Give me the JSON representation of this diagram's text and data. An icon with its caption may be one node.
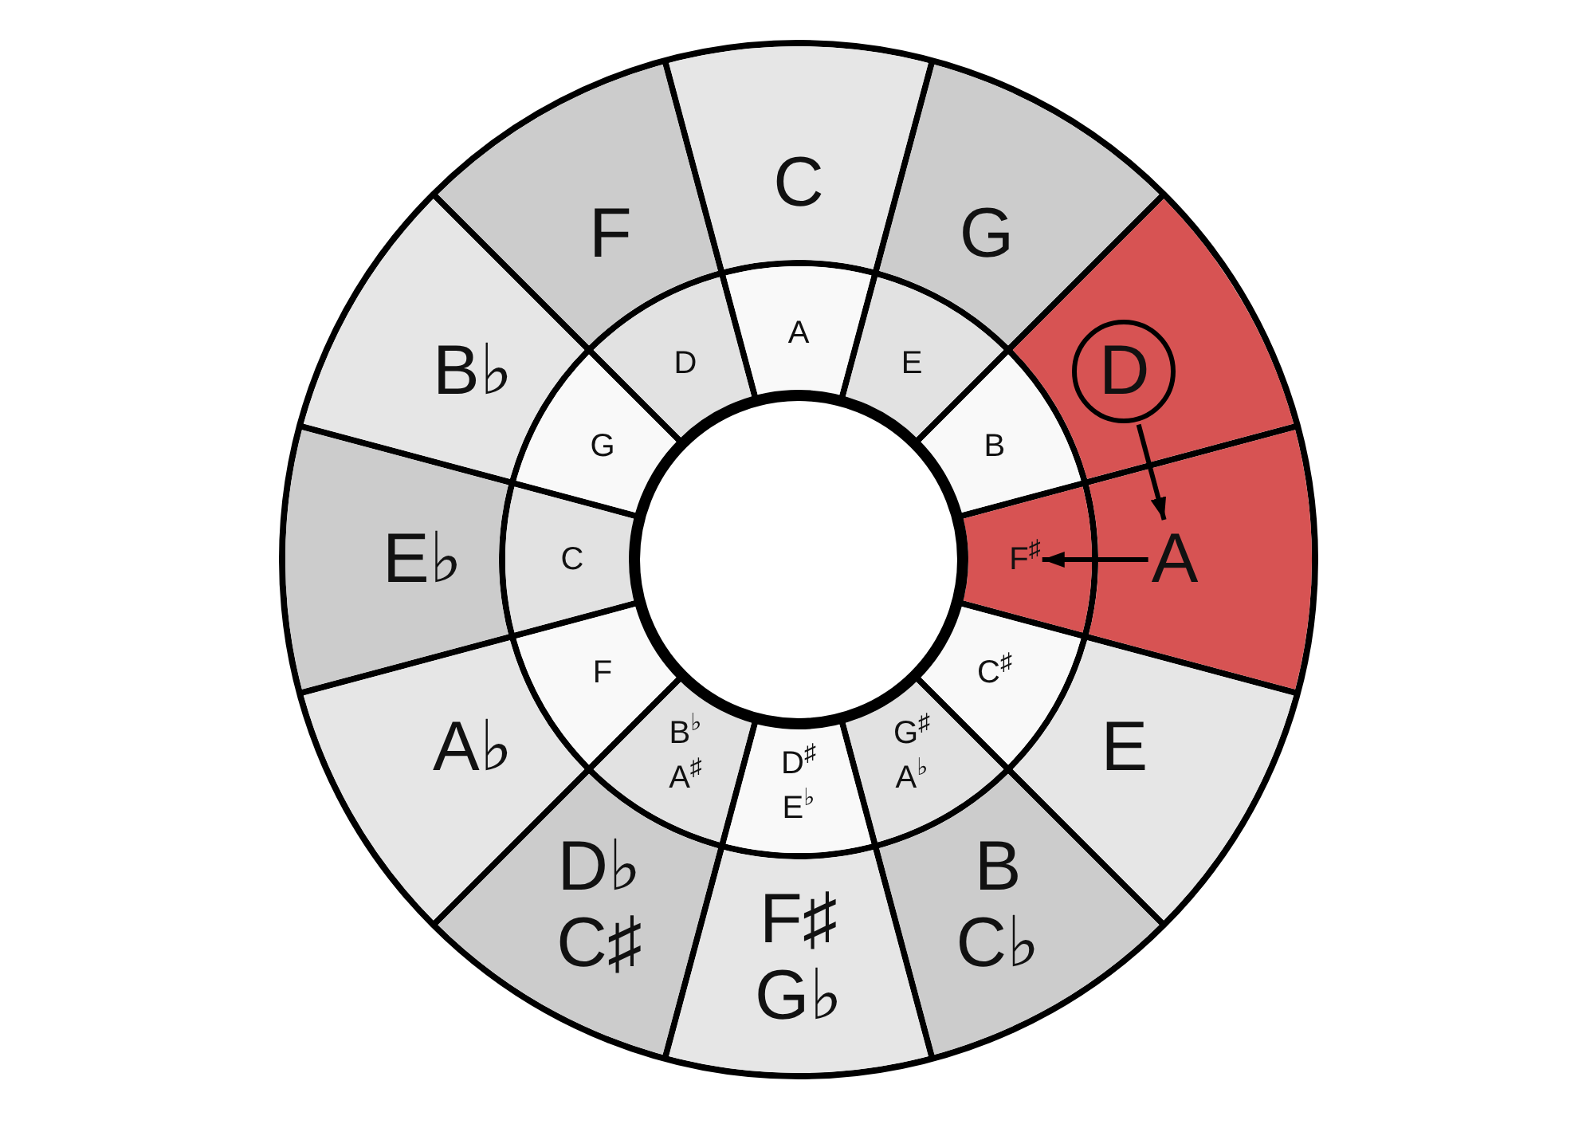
{
  "diagram": {
    "nodes": [
      {
        "text": [
          "C"
        ]
      },
      {
        "text": [
          "G"
        ]
      },
      {
        "text": [],
        "shape": "sector"
      },
      {
        "text": [
          "D"
        ],
        "in": 2
      },
      {
        "text": [
          "A"
        ]
      },
      {
        "text": [
          "E"
        ]
      },
      {
        "text": [
          "B",
          "C♭"
        ]
      },
      {
        "text": [
          "F♯",
          "G♭"
        ]
      },
      {
        "text": [
          "D♭",
          "C♯"
        ]
      },
      {
        "text": [
          "A♭"
        ]
      },
      {
        "text": [
          "E♭"
        ]
      },
      {
        "text": [
          "B♭"
        ]
      },
      {
        "text": [
          "F"
        ]
      },
      {
        "text": [
          "A"
        ]
      },
      {
        "text": [
          "E"
        ]
      },
      {
        "text": [
          "B"
        ]
      },
      {
        "text": [
          "F$^{♯}$"
        ]
      },
      {
        "text": [
          "C$^{♯}$"
        ]
      },
      {
        "text": [
          "G$^{♯}$",
          "A$^{♭}$"
        ]
      },
      {
        "text": [
          "D$^{♯}$",
          "E$^{♭}$"
        ]
      },
      {
        "text": [
          "B$^{♭}$",
          "A$^{♯}$"
        ]
      },
      {
        "text": [
          "F"
        ]
      },
      {
        "text": [
          "C"
        ]
      },
      {
        "text": [
          "G"
        ]
      },
      {
        "text": [
          "D"
        ]
      },
      {
        "text": [],
        "shape": "circle"
      }
    ],
    "edges": [
      {
        "from": 3,
        "to": 4,
        "arrow": "to"
      },
      {
        "from": 4,
        "to": 16,
        "arrow": "to"
      }
    ]
  }
}
